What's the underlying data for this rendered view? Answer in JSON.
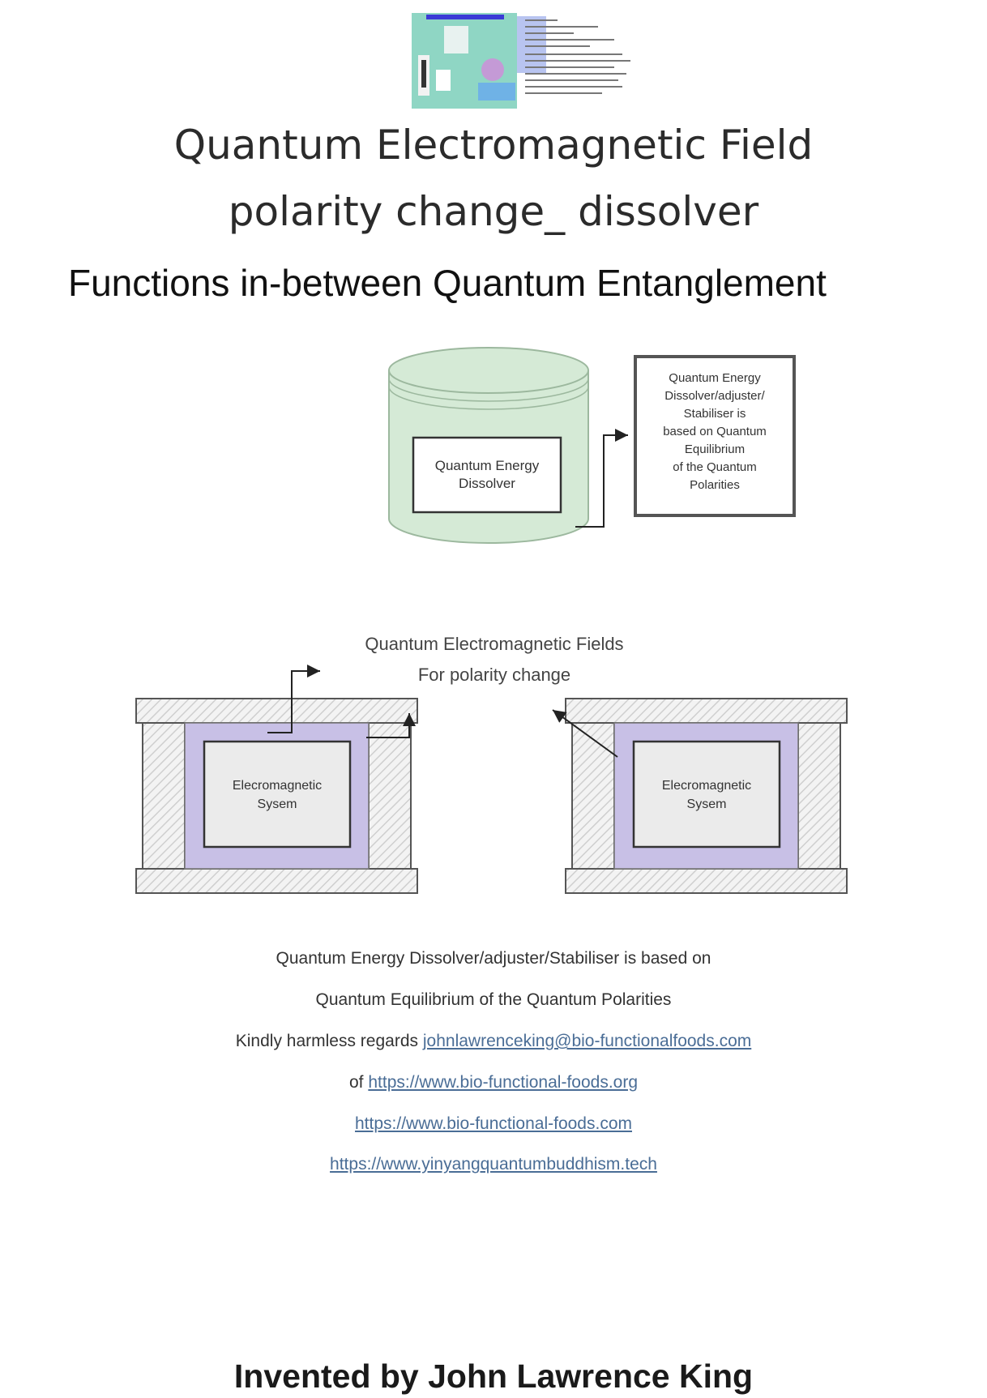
{
  "title": {
    "line1": "Quantum Electromagnetic Field",
    "line2": "polarity change_ dissolver",
    "subtitle": "Functions in-between Quantum Entanglement"
  },
  "top_diagram": {
    "cylinder_label_line1": "Quantum Energy",
    "cylinder_label_line2": "Dissolver",
    "box_lines": [
      "Quantum Energy",
      "Dissolver/adjuster/",
      "Stabiliser is",
      "based on Quantum",
      "Equilibrium",
      "of the Quantum",
      "Polarities"
    ]
  },
  "bottom_diagram": {
    "caption_line1": "Quantum Electromagnetic Fields",
    "caption_line2": "For polarity change",
    "left_label_line1": "Elecromagnetic",
    "left_label_line2": "Sysem",
    "right_label_line1": "Elecromagnetic",
    "right_label_line2": "Sysem"
  },
  "description": {
    "line1": "Quantum Energy Dissolver/adjuster/Stabiliser is based on",
    "line2": "Quantum Equilibrium of the Quantum Polarities",
    "regards_prefix": "Kindly harmless regards",
    "email": "johnlawrenceking@bio-functionalfoods.com",
    "of_prefix": "of",
    "url1": "https://www.bio-functional-foods.org",
    "url2": "https://www.bio-functional-foods.com",
    "url3": "https://www.yinyangquantumbuddhism.tech"
  },
  "footer": {
    "inventor": "Invented by John Lawrence King"
  },
  "colors": {
    "cylinder_fill": "#d5ead6",
    "purple_fill": "#c8c0e6",
    "inner_box_fill": "#ebebeb",
    "link": "#4a6d96"
  }
}
